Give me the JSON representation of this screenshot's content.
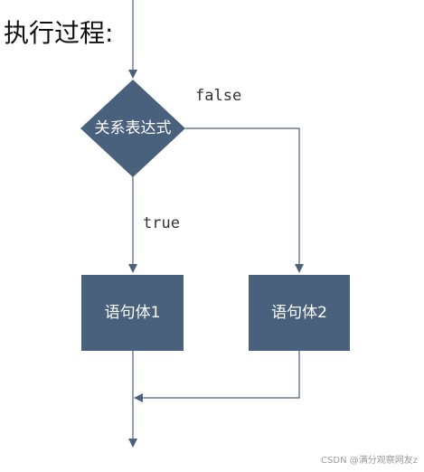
{
  "title": "执行过程:",
  "nodes": {
    "condition": "关系表达式",
    "statement_1": "语句体1",
    "statement_2": "语句体2"
  },
  "edge_labels": {
    "false": "false",
    "true": "true"
  },
  "watermark": "CSDN @满分观察网友z",
  "colors": {
    "node_fill": "#4a617e",
    "node_text": "#ffffff",
    "line": "#4a617e"
  }
}
